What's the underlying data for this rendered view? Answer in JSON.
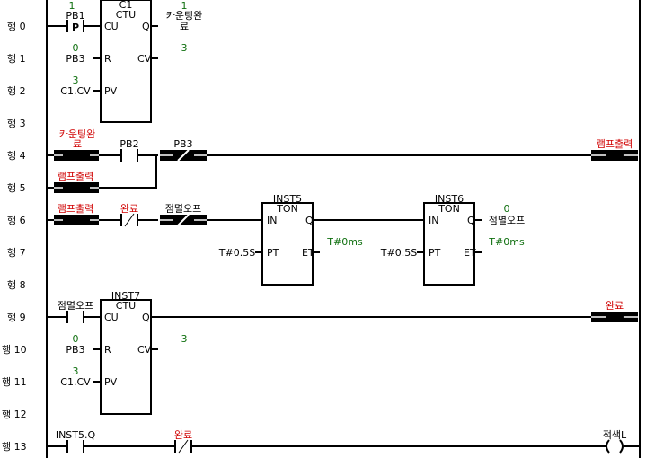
{
  "rows": [
    "행 0",
    "행 1",
    "행 2",
    "행 3",
    "행 4",
    "행 5",
    "행 6",
    "행 7",
    "행 8",
    "행 9",
    "행 10",
    "행 11",
    "행 12",
    "행 13"
  ],
  "rung0": {
    "contact": "PB1",
    "contact_state": "1",
    "block_name": "C1",
    "block_type": "CTU",
    "pin_cu": "CU",
    "pin_q": "Q",
    "pin_r": "R",
    "pin_cv": "CV",
    "pin_pv": "PV",
    "q_value": "1",
    "q_output_l1": "카운팅완",
    "q_output_l2": "료",
    "cv_value": "3",
    "r_value": "0",
    "r_input": "PB3",
    "pv_value": "3",
    "pv_input": "C1.CV"
  },
  "rung4": {
    "c1_l1": "카운팅완",
    "c1_l2": "료",
    "c2": "PB2",
    "c3": "PB3",
    "coil": "램프출력",
    "branch": "램프출력"
  },
  "rung6": {
    "c1": "램프출력",
    "c2": "완료",
    "c3": "점멸오프",
    "t1_name": "INST5",
    "t1_type": "TON",
    "t1_in": "IN",
    "t1_q": "Q",
    "t1_pt": "PT",
    "t1_et": "ET",
    "t1_pt_val": "T#0.5S",
    "t1_et_val": "T#0ms",
    "t2_name": "INST6",
    "t2_type": "TON",
    "t2_in": "IN",
    "t2_q": "Q",
    "t2_pt": "PT",
    "t2_et": "ET",
    "t2_pt_val": "T#0.5S",
    "t2_et_val": "T#0ms",
    "t2_q_value": "0",
    "t2_q_output": "점멸오프"
  },
  "rung9": {
    "contact": "점멸오프",
    "block_name": "INST7",
    "block_type": "CTU",
    "pin_cu": "CU",
    "pin_q": "Q",
    "pin_r": "R",
    "pin_cv": "CV",
    "pin_pv": "PV",
    "coil": "완료",
    "cv_value": "3",
    "r_value": "0",
    "r_input": "PB3",
    "pv_value": "3",
    "pv_input": "C1.CV"
  },
  "rung13": {
    "contact": "INST5.Q",
    "c2": "완료",
    "coil": "적색L"
  },
  "colors": {
    "active": "#d00000",
    "value": "#107010",
    "line": "#000000"
  }
}
